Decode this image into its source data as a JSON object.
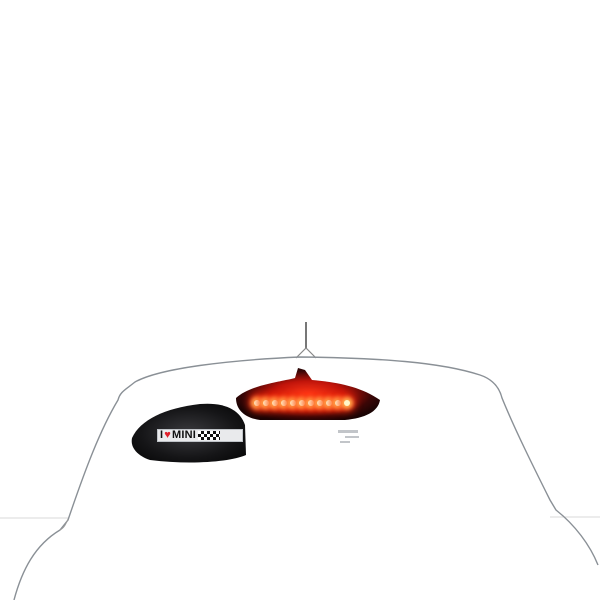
{
  "image": {
    "subject": "Rear view of a white MINI car with glowing red LED third brake light",
    "sticker": {
      "prefix": "I",
      "heart": "♥",
      "brand": "MINI"
    },
    "brake_light": {
      "led_count": 11,
      "colors": {
        "glow": "#ff2a10",
        "core": "#fff3c0",
        "housing": "#1a0505"
      }
    },
    "colors": {
      "background": "#ffffff",
      "body_outline": "#8a9096",
      "window_tint": "#1c1c1e"
    }
  }
}
